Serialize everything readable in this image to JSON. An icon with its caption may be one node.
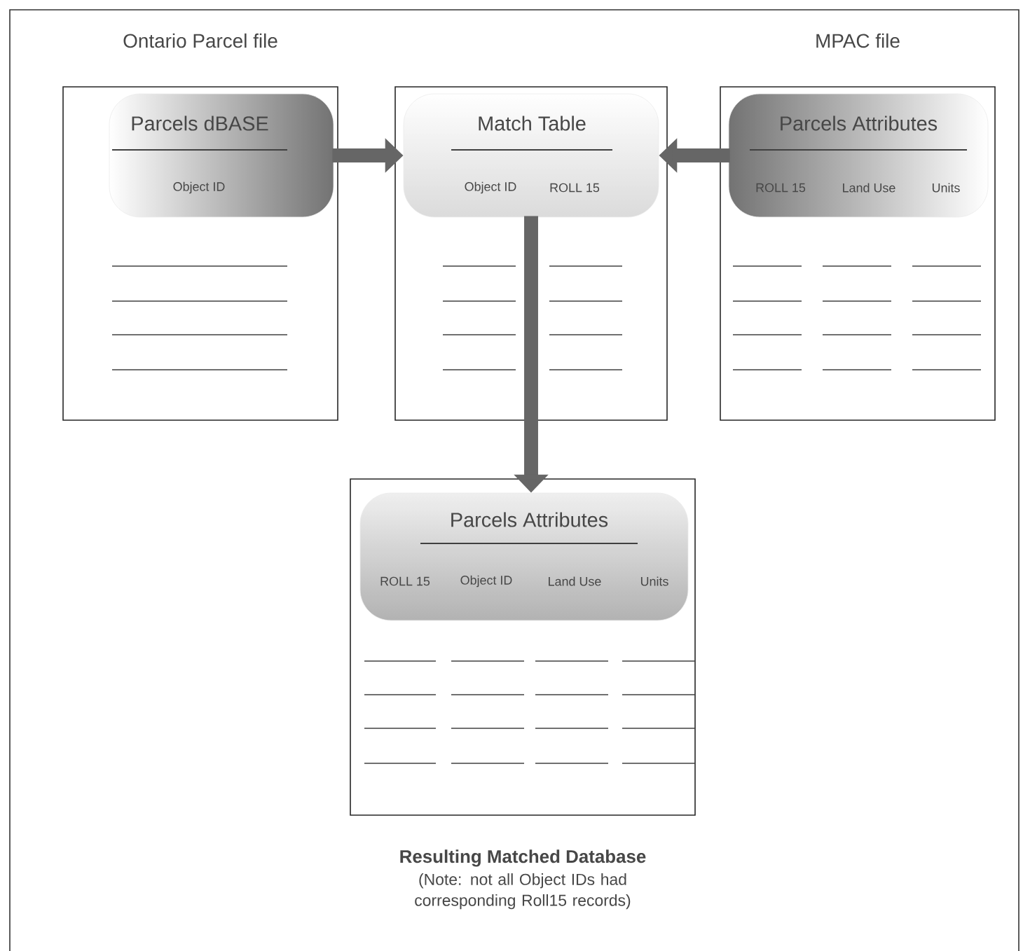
{
  "diagram": {
    "nodes": [
      {
        "text": [
          "Ontario Parcel file"
        ]
      },
      {
        "text": [
          "Parcels dBASE",
          "Object ID"
        ],
        "in": 0
      },
      {
        "text": [],
        "shape": "box"
      },
      {
        "text": [
          "Match Table",
          "Object ID",
          "ROLL 15"
        ],
        "in": 2
      },
      {
        "text": [
          "MPAC file"
        ]
      },
      {
        "text": [
          "Parcels Attributes",
          "ROLL 15",
          "Land Use",
          "Units"
        ],
        "in": 4
      },
      {
        "text": [
          "Resulting Matched Database",
          "(Note: not all Object IDs had corresponding Roll15 records)"
        ]
      },
      {
        "text": [
          "Parcels Attributes",
          "ROLL 15",
          "Object ID",
          "Land Use",
          "Units"
        ],
        "in": 6
      }
    ],
    "edges": [
      {
        "from": 1,
        "to": 3,
        "arrow": "to"
      },
      {
        "from": 5,
        "to": 3,
        "arrow": "to"
      },
      {
        "from": 3,
        "to": 7,
        "arrow": "to"
      }
    ]
  }
}
